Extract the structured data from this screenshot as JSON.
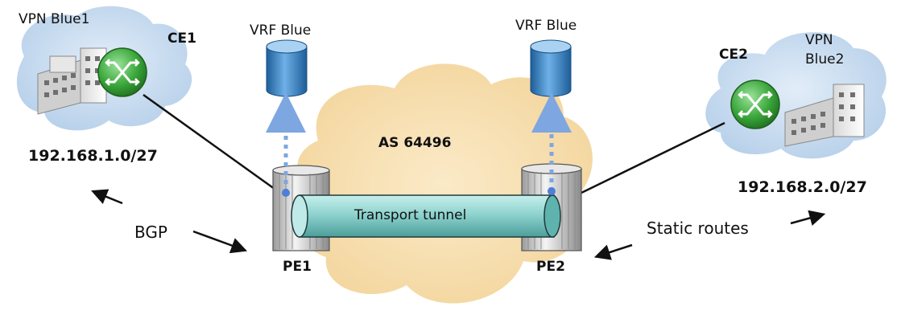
{
  "sites": {
    "site1": {
      "vpn_label": "VPN Blue1",
      "ce_label": "CE1",
      "subnet": "192.168.1.0/27"
    },
    "site2": {
      "vpn_label_line1": "VPN",
      "vpn_label_line2": "Blue2",
      "ce_label": "CE2",
      "subnet": "192.168.2.0/27"
    }
  },
  "provider": {
    "as_label": "AS 64496"
  },
  "pe_routers": [
    {
      "label": "PE1",
      "vrf_label": "VRF Blue"
    },
    {
      "label": "PE2",
      "vrf_label": "VRF Blue"
    }
  ],
  "tunnel": {
    "label": "Transport tunnel"
  },
  "protocols": {
    "left": "BGP",
    "right": "Static routes"
  },
  "colors": {
    "cloud_blue": "#c9dcef",
    "core_cloud": "#f7dfb0",
    "router_green": "#3aa63a",
    "vrf_blue": "#2f78b8",
    "tunnel": "#8fd3cf",
    "dotted_arrow": "#7ea6e0"
  },
  "icons": [
    "router-icon",
    "building-icon",
    "database-icon",
    "pe-router-icon",
    "cloud-icon"
  ]
}
